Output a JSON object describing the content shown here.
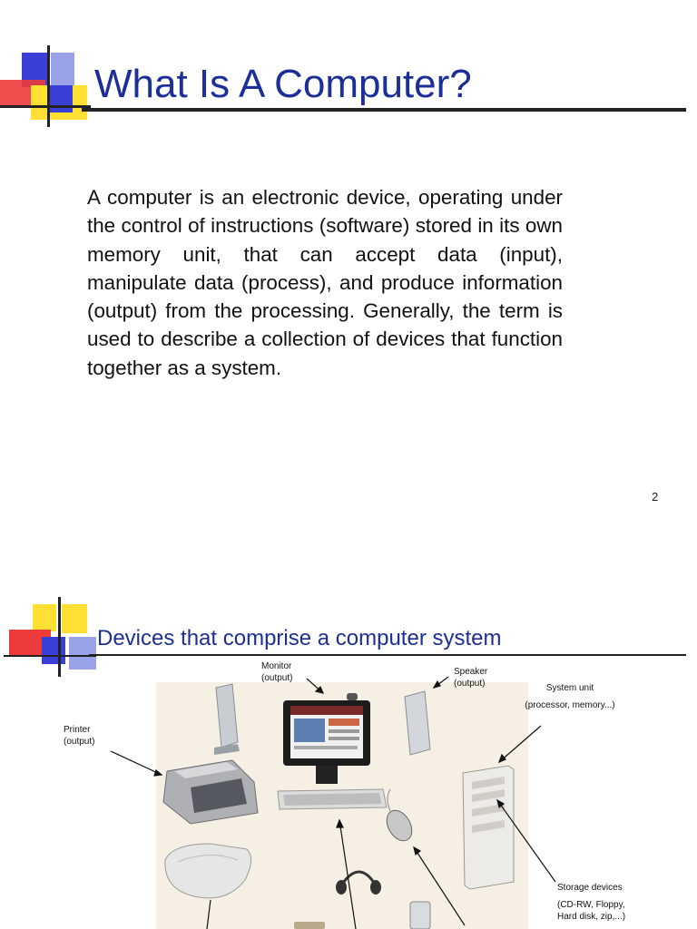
{
  "slide1": {
    "title": "What Is A Computer?",
    "body": "A computer is an electronic device, operating under the control of instructions (software) stored in its own memory unit, that can accept data (input), manipulate data (process), and produce information (output) from the processing. Generally, the term is used to describe a collection of devices that function together as a system.",
    "page_number": "2"
  },
  "slide2": {
    "title": "Devices that comprise a computer system",
    "labels": {
      "monitor": [
        "Monitor",
        "(output)"
      ],
      "speaker": [
        "Speaker",
        "(output)"
      ],
      "system_unit": [
        "System unit",
        "(processor, memory...)"
      ],
      "printer": [
        "Printer",
        "(output)"
      ],
      "storage": [
        "Storage devices",
        "(CD-RW, Floppy,",
        "Hard disk, zip,...)"
      ]
    }
  },
  "colors": {
    "title_blue": "#1c2f99",
    "deco_blue": "#3a3fd6",
    "deco_red": "#ee3b3b",
    "deco_yellow": "#ffe033",
    "deco_lavender": "#9aa3e8"
  }
}
